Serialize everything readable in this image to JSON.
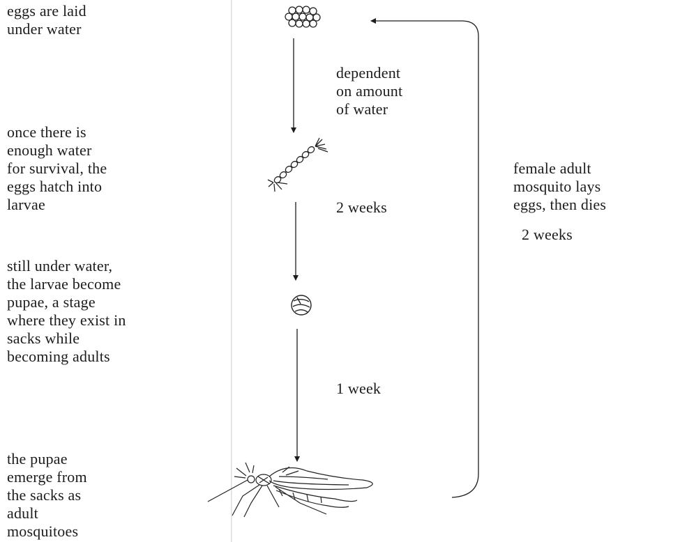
{
  "stages": {
    "eggs": "eggs are laid\nunder water",
    "larvae": "once there is\nenough water\nfor survival, the\neggs hatch into\nlarvae",
    "pupae": "still under water,\nthe larvae become\npupae, a stage\nwhere they exist in\nsacks while\nbecoming adults",
    "adults": "the pupae\nemerge from\nthe sacks as\nadult\nmosquitoes"
  },
  "transitions": {
    "eggs_to_larvae": "dependent\non amount\nof water",
    "larvae_to_pupae": "2 weeks",
    "pupae_to_adults": "1 week",
    "adults_to_eggs": "female adult\nmosquito lays\neggs, then dies",
    "adults_to_eggs_time": "2 weeks"
  }
}
